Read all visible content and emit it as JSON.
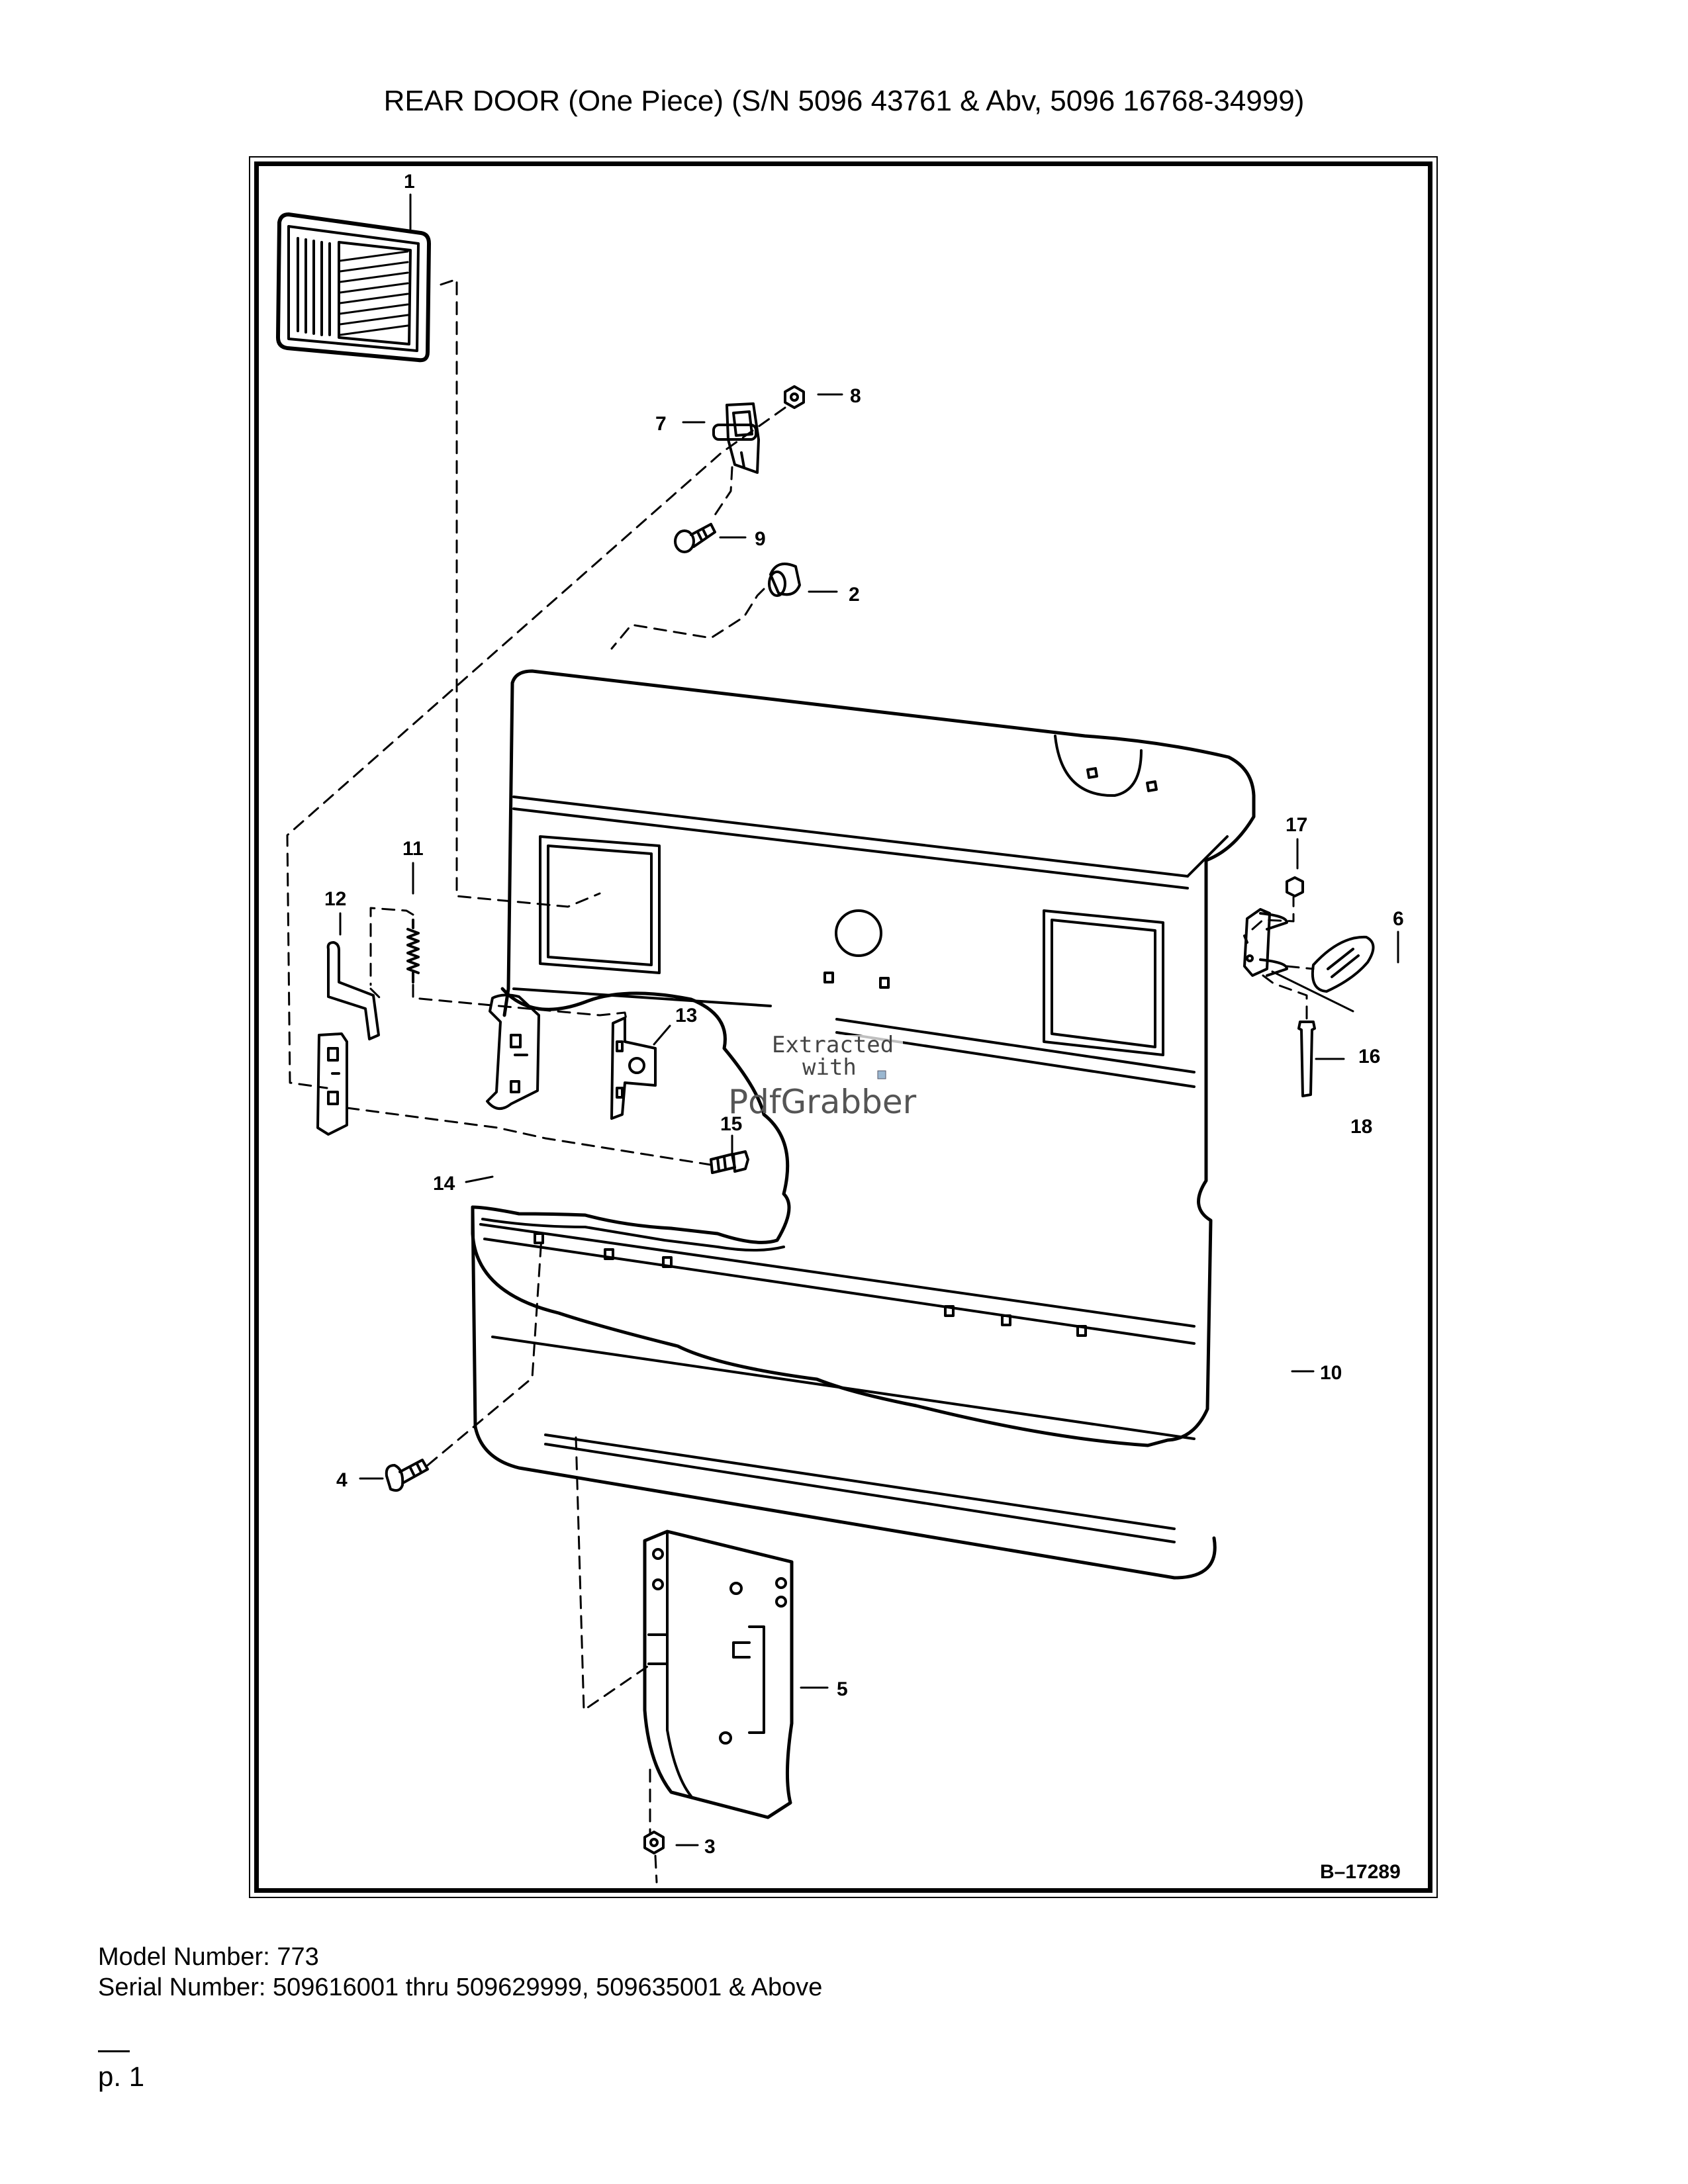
{
  "title": "REAR DOOR (One Piece) (S/N 5096 43761 & Abv, 5096 16768-34999)",
  "drawing_code": "B–17289",
  "watermark": {
    "line1": "Extracted",
    "line2": "with",
    "line3": "PdfGrabber"
  },
  "callouts": [
    "1",
    "2",
    "3",
    "4",
    "5",
    "6",
    "7",
    "8",
    "9",
    "10",
    "11",
    "12",
    "13",
    "14",
    "15",
    "16",
    "17",
    "18"
  ],
  "footer": {
    "model": "Model Number: 773",
    "serial": "Serial Number: 509616001 thru 509629999, 509635001 & Above",
    "page": "p. 1"
  }
}
